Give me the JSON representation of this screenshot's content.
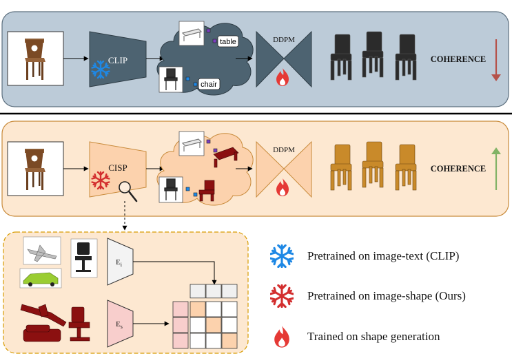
{
  "top_panel": {
    "encoder_label": "CLIP",
    "decoder_label": "DDPM",
    "text_tags": [
      "table",
      "chair"
    ],
    "metric_label": "COHERENCE",
    "arrow_direction": "down",
    "bg_color": "#bccbd8",
    "accent_color": "#4d6371",
    "arrow_color": "#b5524a"
  },
  "bottom_panel": {
    "encoder_label": "CISP",
    "decoder_label": "DDPM",
    "metric_label": "COHERENCE",
    "arrow_direction": "up",
    "bg_color": "#fde8d1",
    "accent_color": "#fcd2ad",
    "arrow_color": "#82b366"
  },
  "detail_panel": {
    "image_encoder_label": "E",
    "image_encoder_sub": "i",
    "shape_encoder_label": "E",
    "shape_encoder_sub": "s",
    "matrix_size": 3,
    "highlighted_cells": [
      [
        0,
        0
      ],
      [
        1,
        1
      ],
      [
        2,
        2
      ]
    ]
  },
  "legend": [
    {
      "icon": "blue-snowflake-icon",
      "text": "Pretrained on image-text (CLIP)"
    },
    {
      "icon": "red-snowflake-icon",
      "text": "Pretrained on image-shape (Ours)"
    },
    {
      "icon": "flame-icon",
      "text": "Trained on shape generation"
    }
  ]
}
